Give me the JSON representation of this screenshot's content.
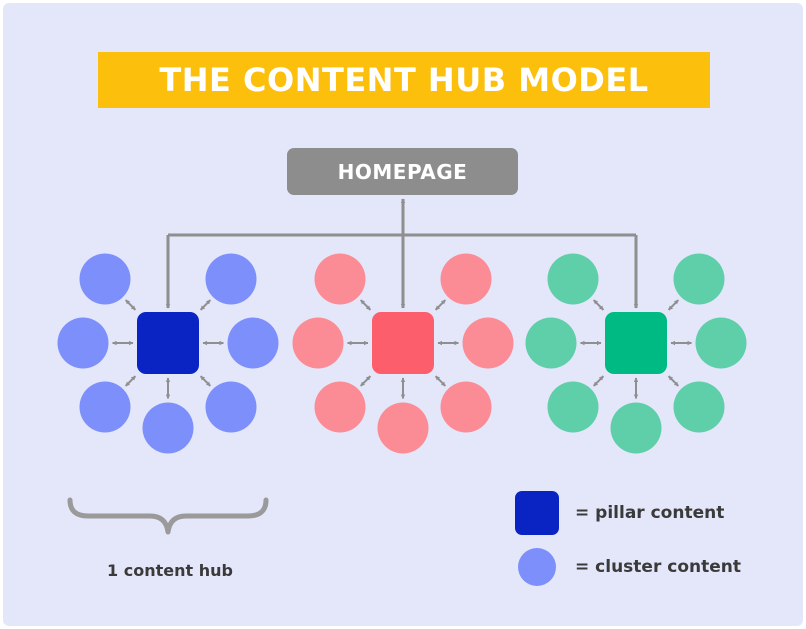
{
  "title": "THE CONTENT HUB MODEL",
  "homepage_label": "HOMEPAGE",
  "hub_caption": "1 content hub",
  "legend": {
    "pillar_label": "= pillar content",
    "cluster_label": "= cluster content"
  },
  "colors": {
    "background": "#e4e6fa",
    "title_banner": "#fcbf0b",
    "homepage_box": "#8d8d8d",
    "connector": "#8f8f8f",
    "brace": "#9a9a9a",
    "hubs": [
      {
        "pillar": "#0a24c4",
        "cluster": "#7c8ffa"
      },
      {
        "pillar": "#fd5e6b",
        "cluster": "#fb8c95"
      },
      {
        "pillar": "#00ba84",
        "cluster": "#5fcfaa"
      }
    ]
  },
  "hubs": [
    {
      "pillar": "pillar content",
      "clusters": 7
    },
    {
      "pillar": "pillar content",
      "clusters": 7
    },
    {
      "pillar": "pillar content",
      "clusters": 7
    }
  ]
}
